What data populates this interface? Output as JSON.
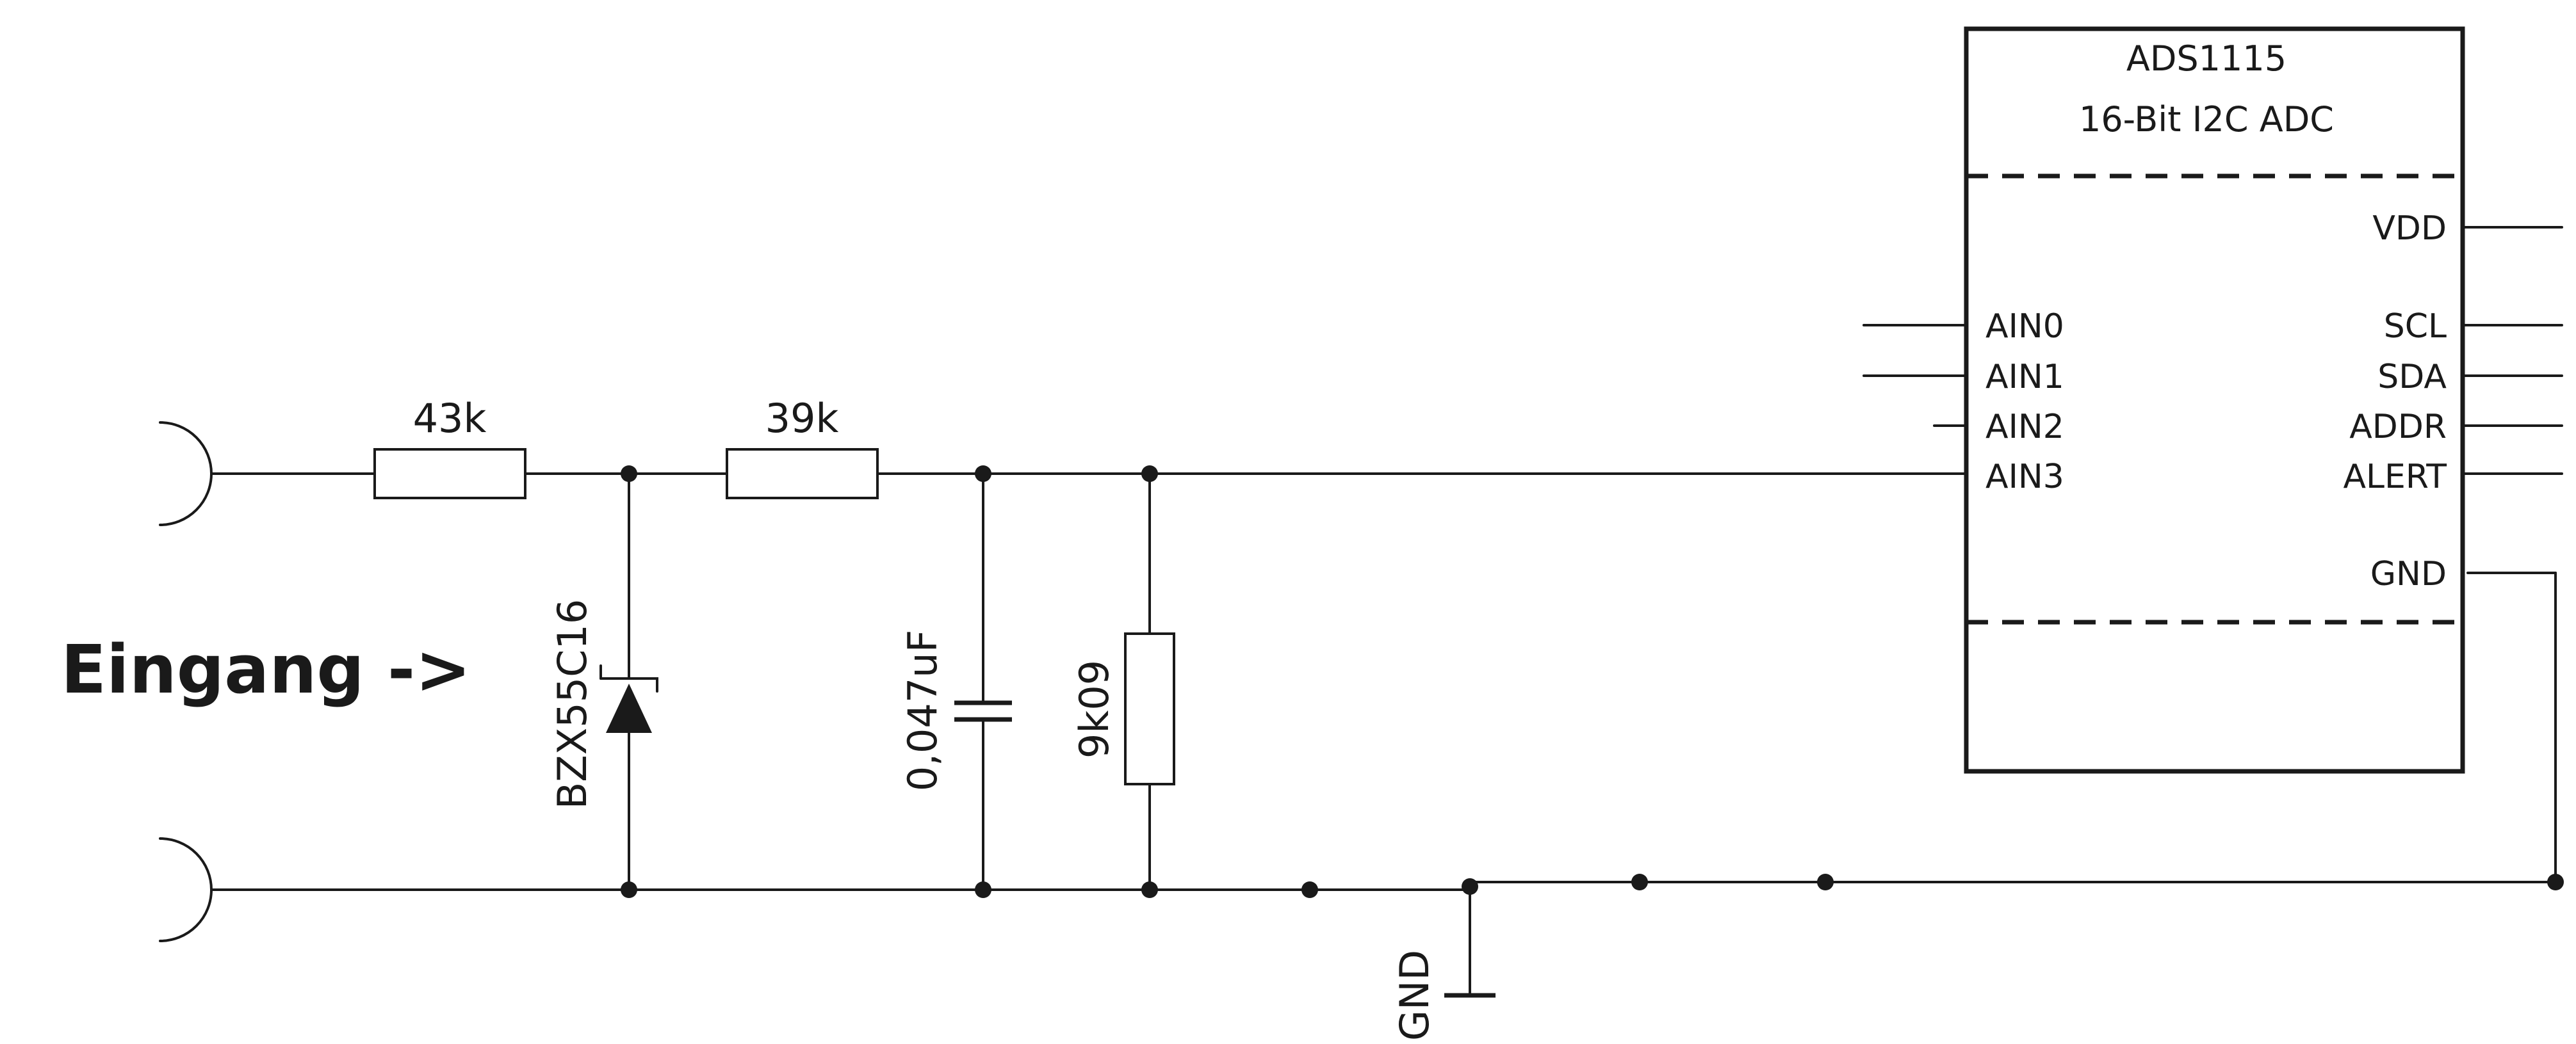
{
  "input_label": "Eingang ->",
  "components": {
    "r1": {
      "value": "43k"
    },
    "r2": {
      "value": "39k"
    },
    "zener": {
      "value": "BZX55C16"
    },
    "capacitor": {
      "value": "0,047uF"
    },
    "r3": {
      "value": "9k09"
    }
  },
  "ground_label": "GND",
  "ic": {
    "name": "ADS1115",
    "description": "16-Bit I2C ADC",
    "left_pins": [
      "AIN0",
      "AIN1",
      "AIN2",
      "AIN3"
    ],
    "right_pins": [
      "VDD",
      "SCL",
      "SDA",
      "ADDR",
      "ALERT",
      "GND"
    ]
  }
}
